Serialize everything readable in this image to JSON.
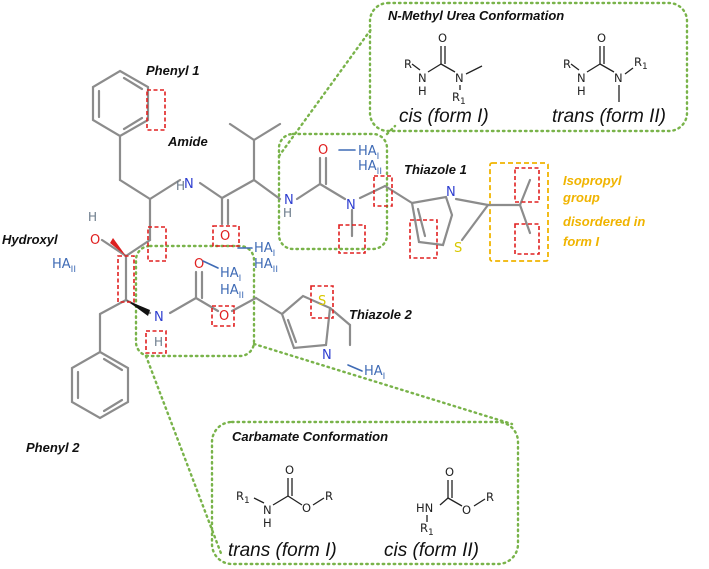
{
  "labels": {
    "phenyl1": "Phenyl 1",
    "amide": "Amide",
    "hydroxyl": "Hydroxyl",
    "thiazole1": "Thiazole 1",
    "thiazole2": "Thiazole 2",
    "phenyl2": "Phenyl 2",
    "isopropyl": [
      "Isopropyl",
      "group",
      "disordered in",
      "form I"
    ]
  },
  "hydrogen_bond_labels": {
    "ha_base": "HA",
    "form_i": "I",
    "form_ii": "II"
  },
  "atoms": {
    "N": "N",
    "O": "O",
    "S": "S",
    "H": "H"
  },
  "urea_panel": {
    "title": "N-Methyl Urea Conformation",
    "cis_label": "cis (form I)",
    "trans_label": "trans (form II)",
    "R": "R",
    "R1": "R",
    "sub1": "1"
  },
  "carbamate_panel": {
    "title": "Carbamate Conformation",
    "trans_label": "trans (form I)",
    "cis_label": "cis (form II)",
    "R": "R",
    "R1": "R",
    "sub1": "1",
    "HN": "HN"
  },
  "colors": {
    "bond": "#8c8c8c",
    "highlight": "#e02020",
    "group_outline": "#79b34a",
    "isopropyl": "#f0b400",
    "ha_label": "#3f6bb5",
    "nitrogen": "#2f3fd0",
    "oxygen": "#e02020",
    "sulfur": "#d8c800"
  }
}
